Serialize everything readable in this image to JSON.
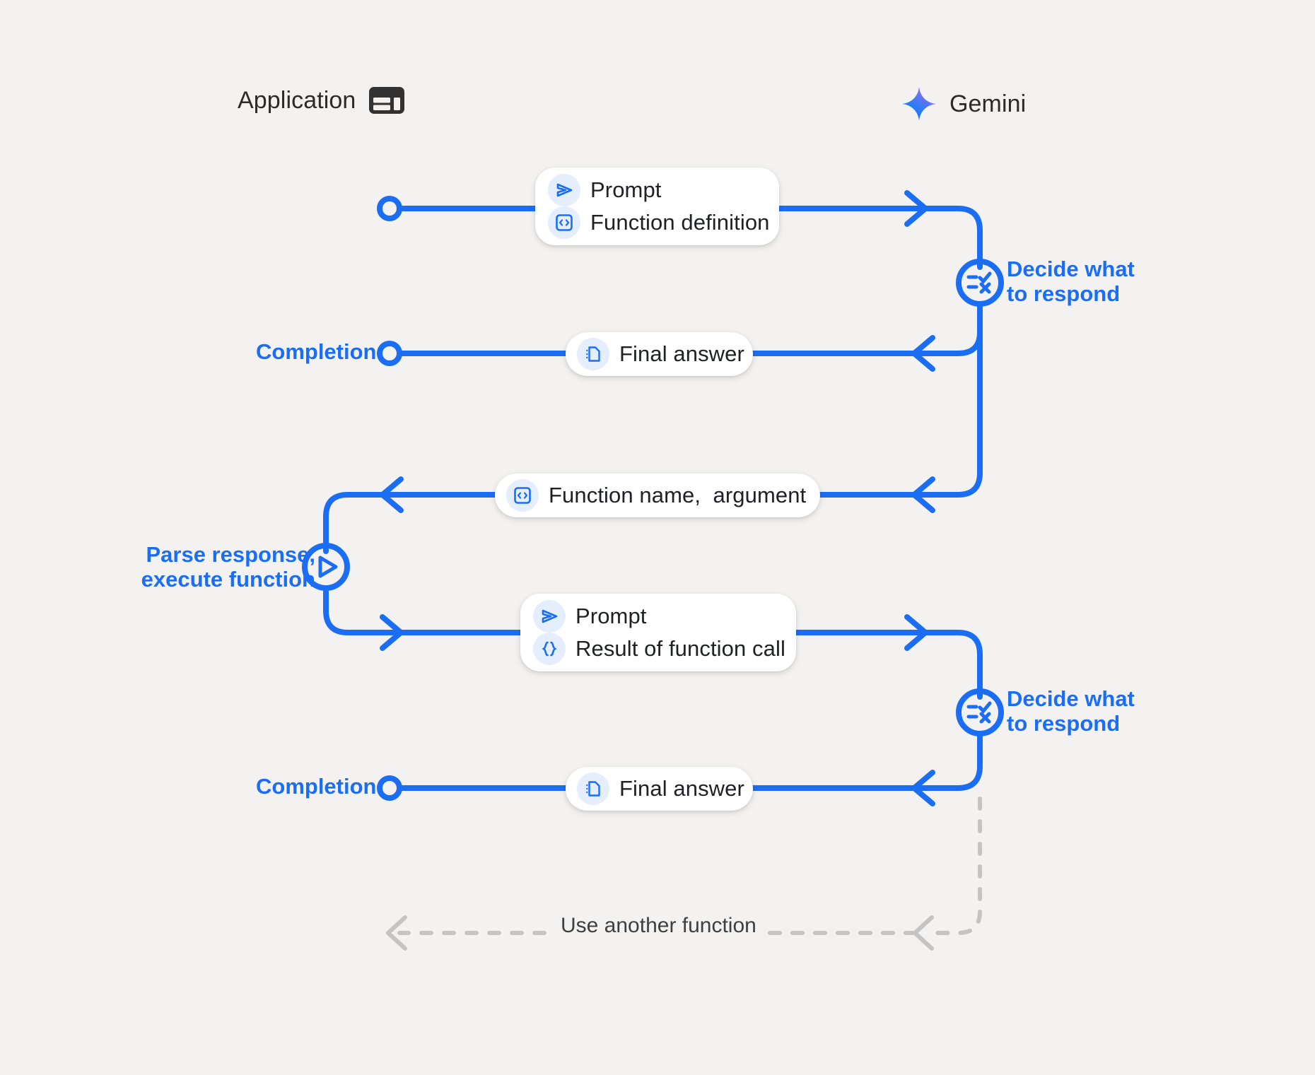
{
  "page": {
    "background": "#f3f2f0",
    "accent_blue": "#1b6ef3",
    "icon_bg": "#e5eefc",
    "lifeline_gray": "#c4c4c4",
    "text_dark": "#202124"
  },
  "actors": [
    {
      "name": "application",
      "label": "Application",
      "icon": "dashboard-layout-icon"
    },
    {
      "name": "gemini",
      "label": "Gemini",
      "icon": "gemini-sparkle-icon"
    }
  ],
  "messages": [
    {
      "id": "prompt-function-definition",
      "direction": "app-to-gemini",
      "lines": [
        {
          "icon": "send-triangle-icon",
          "text": "Prompt"
        },
        {
          "icon": "code-brackets-icon",
          "text": "Function definition"
        }
      ]
    },
    {
      "id": "final-answer-1",
      "direction": "gemini-to-app",
      "lines": [
        {
          "icon": "document-icon",
          "text": "Final answer"
        }
      ]
    },
    {
      "id": "function-call",
      "direction": "gemini-to-app",
      "lines": [
        {
          "icon": "code-brackets-icon",
          "text": "Function name,  argument"
        }
      ]
    },
    {
      "id": "prompt-result",
      "direction": "app-to-gemini",
      "lines": [
        {
          "icon": "send-triangle-icon",
          "text": "Prompt"
        },
        {
          "icon": "curly-braces-icon",
          "text": "Result of function call"
        }
      ]
    },
    {
      "id": "final-answer-2",
      "direction": "gemini-to-app",
      "lines": [
        {
          "icon": "document-icon",
          "text": "Final answer"
        }
      ]
    }
  ],
  "annotations": {
    "completion_1": "Completion",
    "completion_2": "Completion",
    "decide_1": "Decide what\nto respond",
    "decide_2": "Decide what\nto respond",
    "parse_execute": "Parse response,\nexecute function",
    "loop_back": "Use another function"
  },
  "nodes": [
    {
      "name": "decide-node-1",
      "icon": "checklist-circle-icon"
    },
    {
      "name": "decide-node-2",
      "icon": "checklist-circle-icon"
    },
    {
      "name": "execute-node",
      "icon": "play-circle-icon"
    }
  ]
}
